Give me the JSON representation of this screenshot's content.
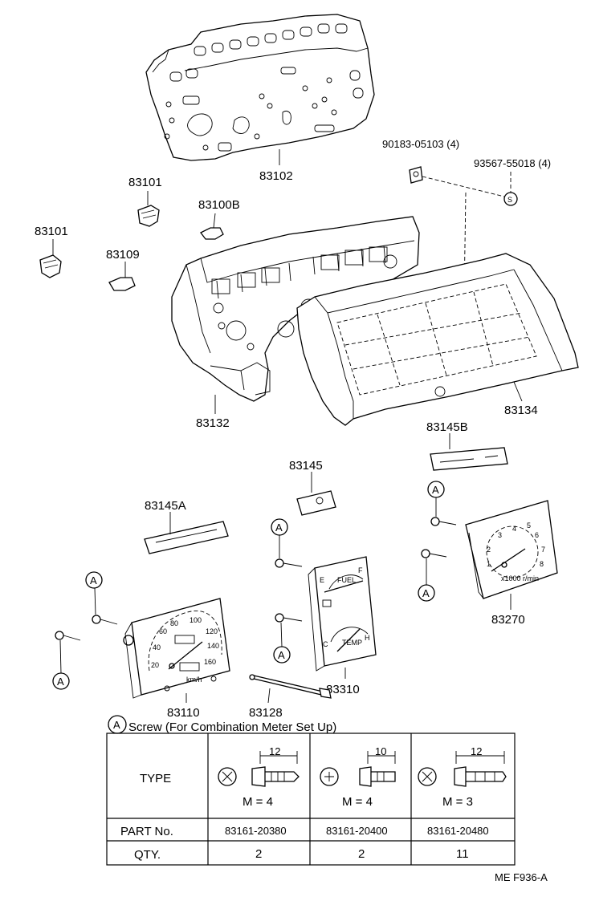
{
  "parts": {
    "p83102": "83102",
    "p83101_a": "83101",
    "p83101_b": "83101",
    "p83100b": "83100B",
    "p83109": "83109",
    "p90183": "90183-05103 (4)",
    "p93567": "93567-55018 (4)",
    "p83132": "83132",
    "p83134": "83134",
    "p83145b": "83145B",
    "p83145": "83145",
    "p83145a": "83145A",
    "p83270": "83270",
    "p83310": "83310",
    "p83110": "83110",
    "p83128": "83128"
  },
  "markers": {
    "a": "A"
  },
  "symbols": {
    "s_mark": "S"
  },
  "gauges": {
    "speedo": [
      "20",
      "40",
      "60",
      "80",
      "100",
      "120",
      "140",
      "160"
    ],
    "speedo_unit": "km/h",
    "tacho": [
      "1",
      "2",
      "3",
      "4",
      "5",
      "6",
      "7",
      "8"
    ],
    "tacho_unit": "x1000 r/min",
    "fuel_e": "E",
    "fuel_f": "F",
    "fuel_label": "FUEL",
    "temp_c": "C",
    "temp_h": "H",
    "temp_label": "TEMP"
  },
  "screw_table": {
    "caption": "Screw (For Combination Meter Set Up)",
    "type_label": "TYPE",
    "part_label": "PART  No.",
    "qty_label": "QTY.",
    "columns": [
      {
        "dim": "12",
        "m": "M = 4",
        "part_no": "83161-20380",
        "qty": "2"
      },
      {
        "dim": "10",
        "m": "M = 4",
        "part_no": "83161-20400",
        "qty": "2"
      },
      {
        "dim": "12",
        "m": "M = 3",
        "part_no": "83161-20480",
        "qty": "11"
      }
    ]
  },
  "footer_code": "ME  F936-A"
}
